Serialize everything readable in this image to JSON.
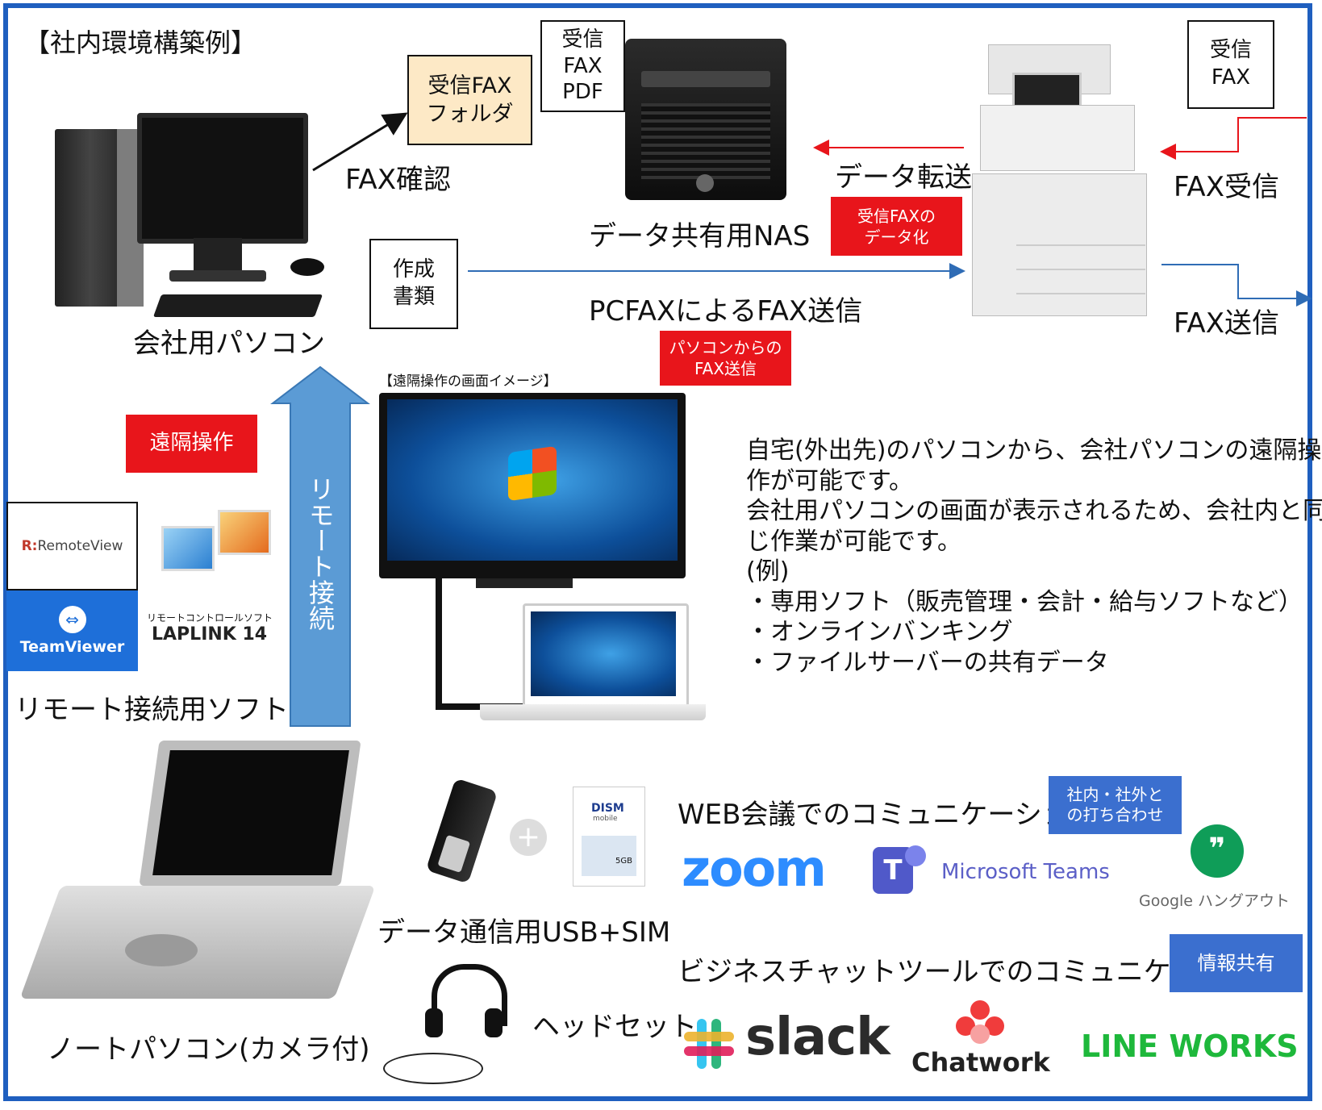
{
  "title": "【社内環境構築例】",
  "office_pc": {
    "label": "会社用パソコン"
  },
  "fax_check": {
    "label": "FAX確認"
  },
  "folder": {
    "line1": "受信FAX",
    "line2": "フォルダ"
  },
  "nas": {
    "label": "データ共有用NAS",
    "doc_line1": "受信",
    "doc_line2": "FAX",
    "doc_line3": "PDF"
  },
  "mfp": {
    "doc_line1": "受信",
    "doc_line2": "FAX"
  },
  "data_transfer": {
    "label": "データ転送"
  },
  "fax_receive": {
    "label": "FAX受信"
  },
  "fax_send": {
    "label": "FAX送信"
  },
  "digitize_badge": {
    "line1": "受信FAXの",
    "line2": "データ化"
  },
  "created_docs": {
    "line1": "作成",
    "line2": "書類"
  },
  "pcfax": {
    "label": "PCFAXによるFAX送信"
  },
  "pc_fax_badge": {
    "line1": "パソコンからの",
    "line2": "FAX送信"
  },
  "remote_op_badge": "遠隔操作",
  "remote_connect": "リモート接続",
  "screen_image_label": "【遠隔操作の画面イメージ】",
  "remote_software": {
    "label": "リモート接続用ソフト",
    "remoteview": "RemoteView",
    "teamviewer": "TeamViewer",
    "laplink_sub": "リモートコントロールソフト",
    "laplink": "LAPLINK 14"
  },
  "description": {
    "line1": "自宅(外出先)のパソコンから、会社パソコンの遠隔操",
    "line2": "作が可能です。",
    "line3": "会社用パソコンの画面が表示されるため、会社内と同",
    "line4": "じ作業が可能です。",
    "line5": "(例)",
    "line6": "・専用ソフト（販売管理・会計・給与ソフトなど）",
    "line7": "・オンラインバンキング",
    "line8": "・ファイルサーバーの共有データ"
  },
  "notebook": {
    "label": "ノートパソコン(カメラ付)"
  },
  "usb_sim": {
    "label": "データ通信用USB+SIM",
    "plus": "+",
    "sim_brand": "DISM",
    "sim_sub": "mobile",
    "sim_data": "5GB"
  },
  "headset": {
    "label": "ヘッドセット"
  },
  "web_meeting": {
    "label": "WEB会議でのコミュニケーション",
    "badge_line1": "社内・社外と",
    "badge_line2": "の打ち合わせ",
    "zoom": "zoom",
    "teams": "Microsoft Teams",
    "hangouts": "Google ハングアウト"
  },
  "business_chat": {
    "label": "ビジネスチャットツールでのコミュニケーション",
    "badge": "情報共有",
    "slack": "slack",
    "chatwork": "Chatwork",
    "lineworks": "LINE WORKS"
  },
  "colors": {
    "frame": "#1f5fbf",
    "red": "#e8151b",
    "blue_badge": "#3b6fcf",
    "arrow_blue": "#5b9bd5"
  }
}
